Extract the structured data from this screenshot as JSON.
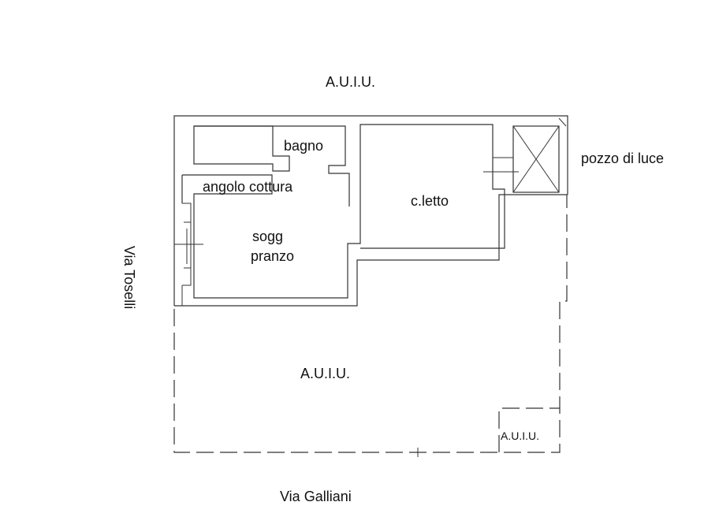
{
  "labels": {
    "top_neighbor": "A.U.I.U.",
    "bagno": "bagno",
    "angolo_cottura": "angolo cottura",
    "c_letto": "c.letto",
    "sogg": "sogg",
    "pranzo": "pranzo",
    "pozzo_di_luce": "pozzo di luce",
    "via_toselli": "Via Toselli",
    "courtyard": "A.U.I.U.",
    "small_unit": "A.U.I.U.",
    "via_galliani": "Via Galliani"
  }
}
